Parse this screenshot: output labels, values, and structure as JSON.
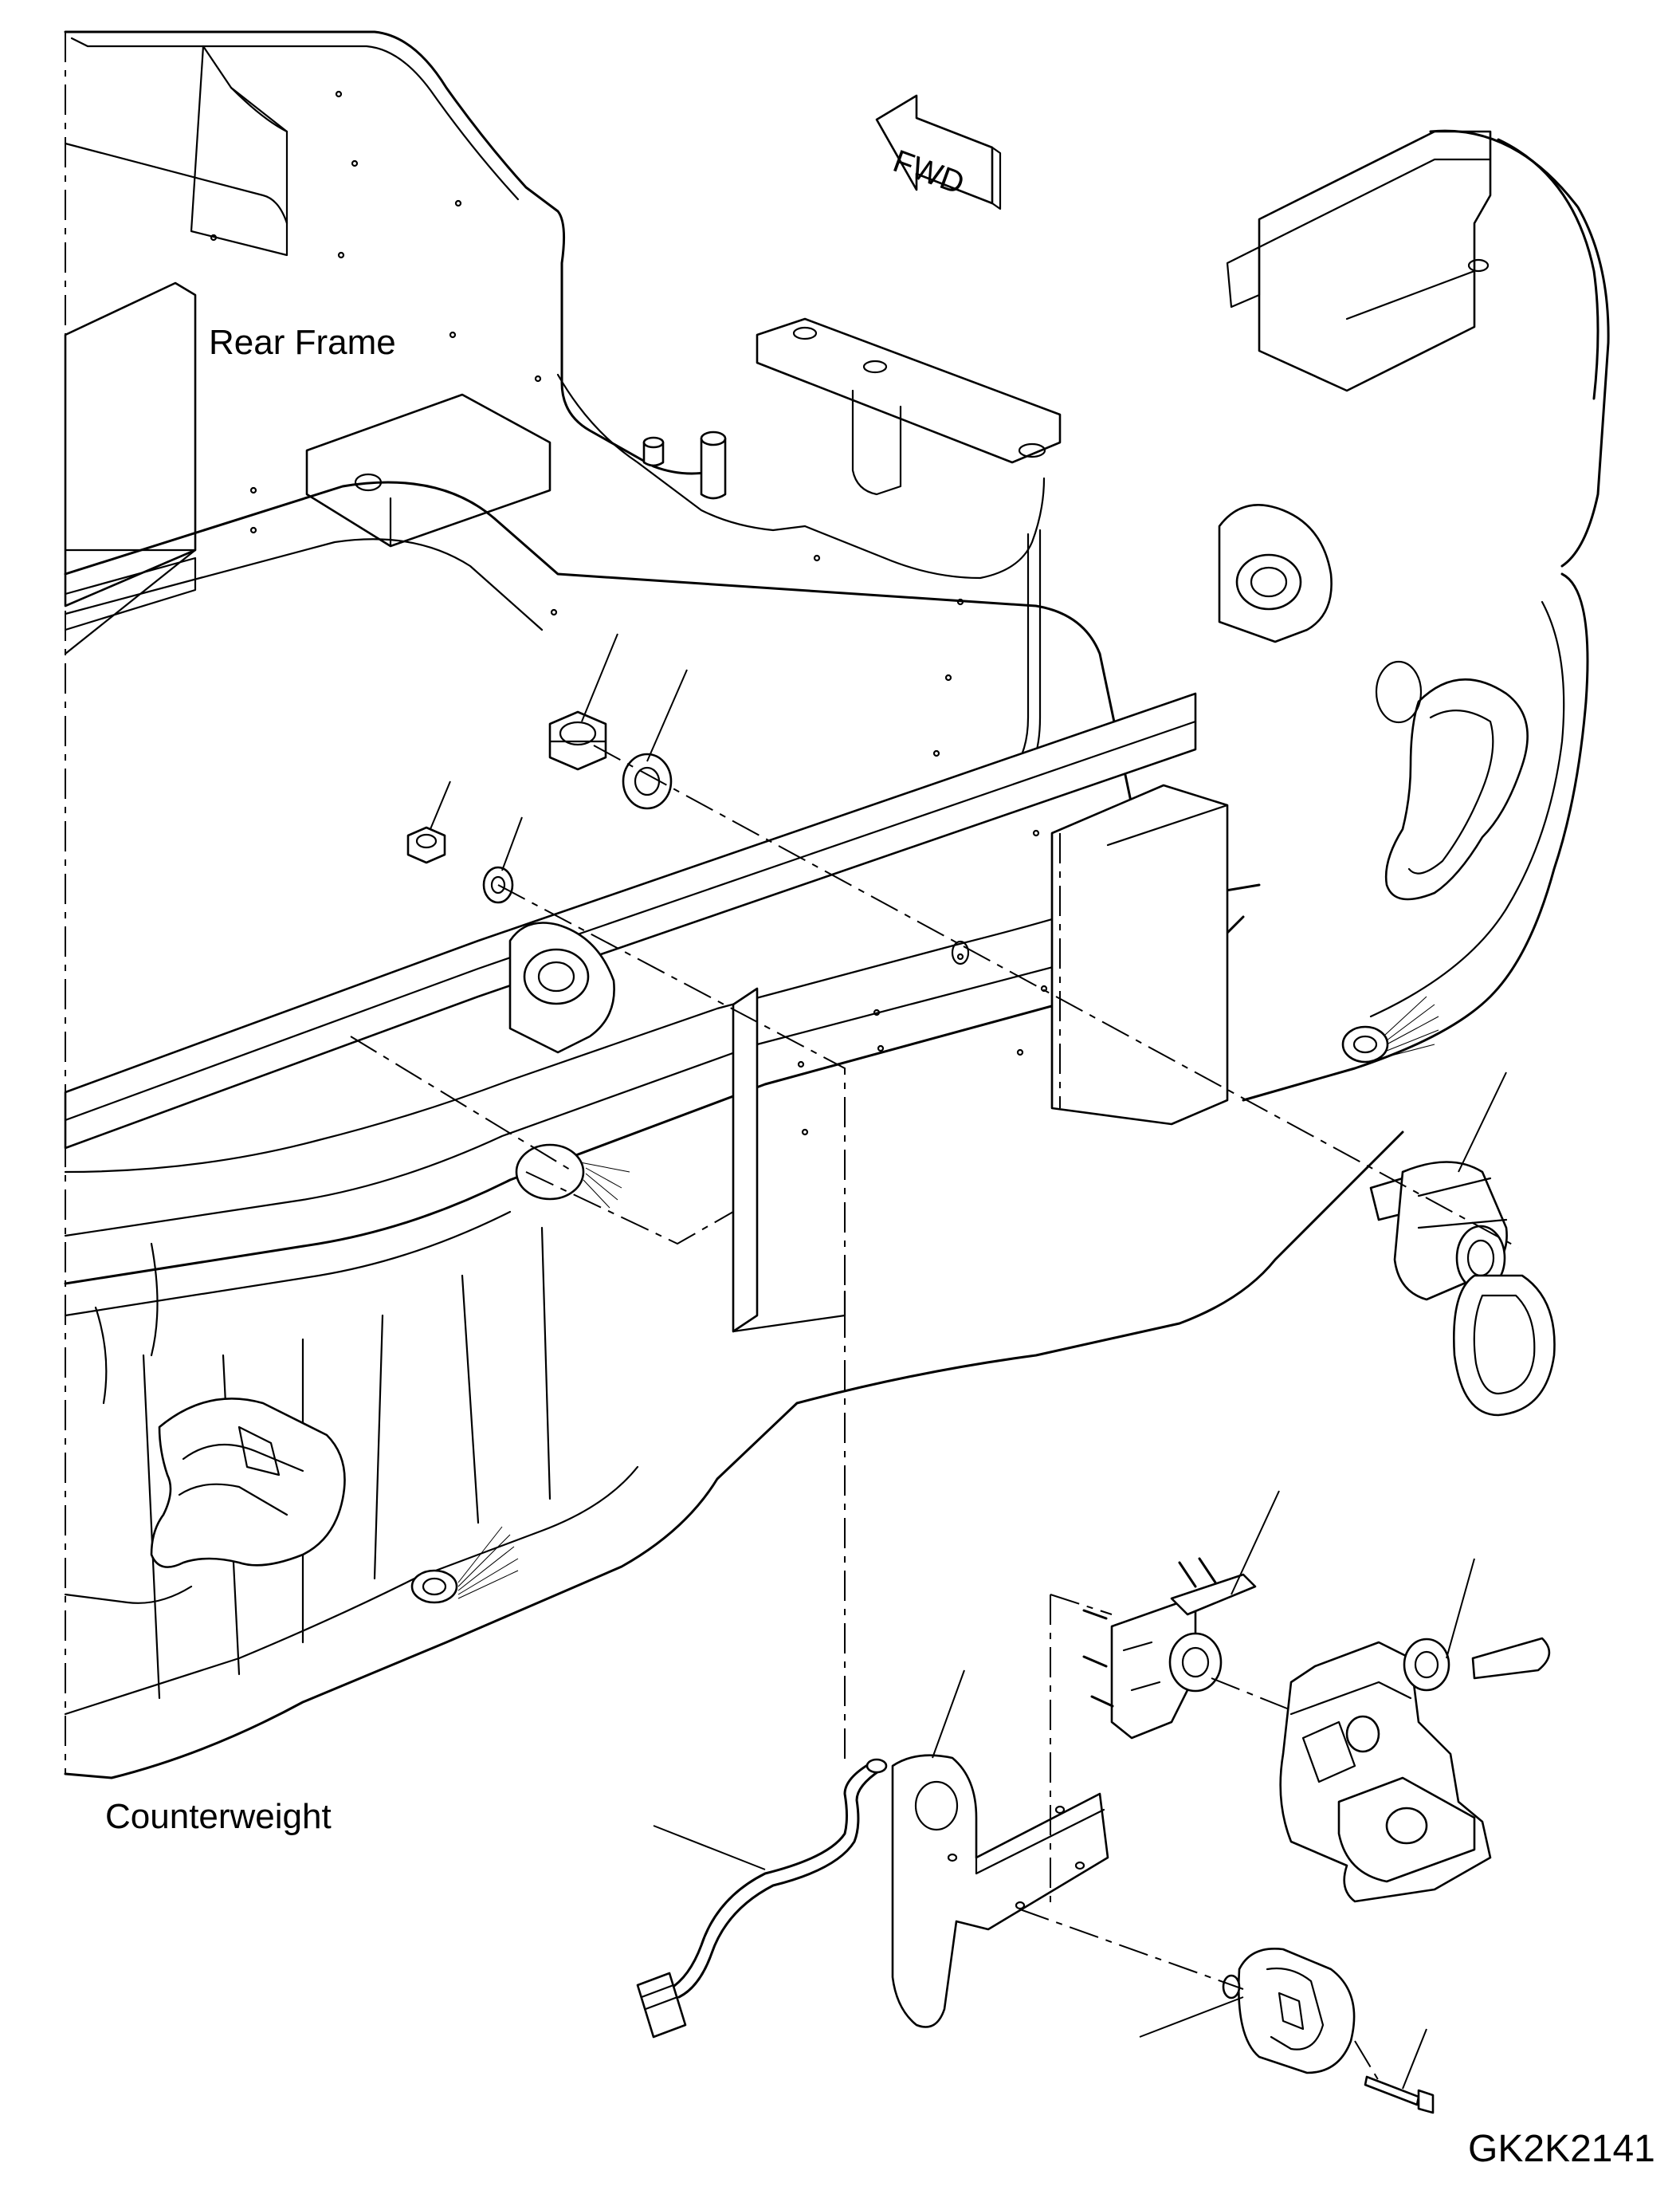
{
  "labels": {
    "rear_frame": "Rear Frame",
    "counterweight": "Counterweight",
    "direction_arrow": "FWD",
    "drawing_id": "GK2K2141"
  },
  "icons": {
    "direction": "fwd-arrow-icon"
  }
}
